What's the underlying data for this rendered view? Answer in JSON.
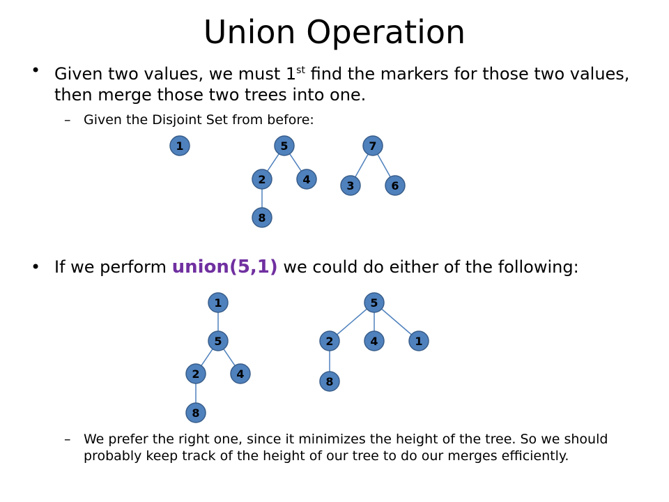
{
  "title": "Union Operation",
  "bullet1": {
    "marker": "•",
    "pre": "Given two values, we must 1",
    "sup": "st",
    "post": " find the markers for those two values, then merge those two trees into one."
  },
  "sub1": {
    "marker": "–",
    "text": "Given the Disjoint Set from before:"
  },
  "bullet2": {
    "marker": "•",
    "pre": "If we perform ",
    "highlight": "union(5,1)",
    "post": "  we could do either of the following:"
  },
  "sub2": {
    "marker": "–",
    "text": "We prefer the right one, since it minimizes the height of the tree. So we should probably keep track of the height of our tree to do our merges efficiently."
  },
  "colors": {
    "node_fill": "#4f81bd",
    "edge": "#4f81bd",
    "highlight": "#7030a0"
  },
  "trees": [
    {
      "id": "tree-1",
      "nodes": [
        {
          "id": "t1-n1",
          "label": "1"
        }
      ],
      "edges": []
    },
    {
      "id": "tree-5",
      "nodes": [
        {
          "id": "t5-n5",
          "label": "5"
        },
        {
          "id": "t5-n2",
          "label": "2"
        },
        {
          "id": "t5-n4",
          "label": "4"
        },
        {
          "id": "t5-n8",
          "label": "8"
        }
      ],
      "edges": [
        [
          "t5-n5",
          "t5-n2"
        ],
        [
          "t5-n5",
          "t5-n4"
        ],
        [
          "t5-n2",
          "t5-n8"
        ]
      ]
    },
    {
      "id": "tree-7",
      "nodes": [
        {
          "id": "t7-n7",
          "label": "7"
        },
        {
          "id": "t7-n3",
          "label": "3"
        },
        {
          "id": "t7-n6",
          "label": "6"
        }
      ],
      "edges": [
        [
          "t7-n7",
          "t7-n3"
        ],
        [
          "t7-n7",
          "t7-n6"
        ]
      ]
    },
    {
      "id": "result-left",
      "nodes": [
        {
          "id": "rl-n1",
          "label": "1"
        },
        {
          "id": "rl-n5",
          "label": "5"
        },
        {
          "id": "rl-n2",
          "label": "2"
        },
        {
          "id": "rl-n4",
          "label": "4"
        },
        {
          "id": "rl-n8",
          "label": "8"
        }
      ],
      "edges": [
        [
          "rl-n1",
          "rl-n5"
        ],
        [
          "rl-n5",
          "rl-n2"
        ],
        [
          "rl-n5",
          "rl-n4"
        ],
        [
          "rl-n2",
          "rl-n8"
        ]
      ]
    },
    {
      "id": "result-right",
      "nodes": [
        {
          "id": "rr-n5",
          "label": "5"
        },
        {
          "id": "rr-n2",
          "label": "2"
        },
        {
          "id": "rr-n4",
          "label": "4"
        },
        {
          "id": "rr-n1",
          "label": "1"
        },
        {
          "id": "rr-n8",
          "label": "8"
        }
      ],
      "edges": [
        [
          "rr-n5",
          "rr-n2"
        ],
        [
          "rr-n5",
          "rr-n4"
        ],
        [
          "rr-n5",
          "rr-n1"
        ],
        [
          "rr-n2",
          "rr-n8"
        ]
      ]
    }
  ]
}
